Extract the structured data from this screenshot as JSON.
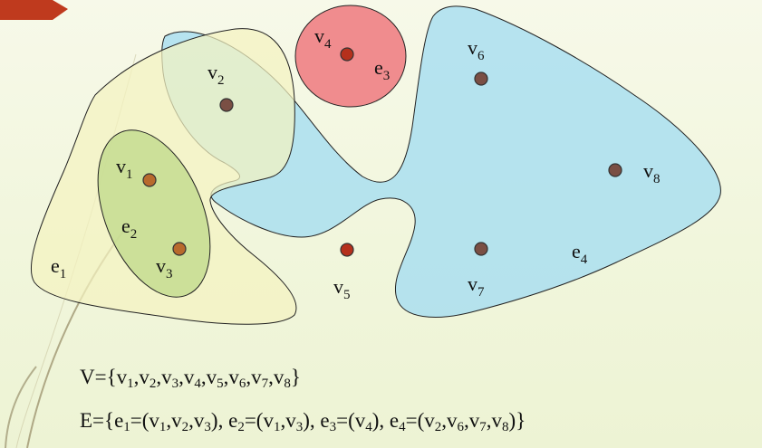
{
  "colors": {
    "accent": "#bf3a1e",
    "edge_e1_fill": "#f4f3c0",
    "edge_e2_fill": "#c4dc90",
    "edge_e3_fill": "#f08c8e",
    "edge_e4_fill": "#a7def0",
    "vertex_brown": "#7a4f44",
    "vertex_red": "#b5301c",
    "vertex_orange": "#b86a2c"
  },
  "vertices": [
    {
      "id": "v1",
      "base": "v",
      "sub": "1"
    },
    {
      "id": "v2",
      "base": "v",
      "sub": "2"
    },
    {
      "id": "v3",
      "base": "v",
      "sub": "3"
    },
    {
      "id": "v4",
      "base": "v",
      "sub": "4"
    },
    {
      "id": "v5",
      "base": "v",
      "sub": "5"
    },
    {
      "id": "v6",
      "base": "v",
      "sub": "6"
    },
    {
      "id": "v7",
      "base": "v",
      "sub": "7"
    },
    {
      "id": "v8",
      "base": "v",
      "sub": "8"
    }
  ],
  "edges": [
    {
      "id": "e1",
      "base": "e",
      "sub": "1",
      "members": [
        "v1",
        "v2",
        "v3"
      ]
    },
    {
      "id": "e2",
      "base": "e",
      "sub": "2",
      "members": [
        "v1",
        "v3"
      ]
    },
    {
      "id": "e3",
      "base": "e",
      "sub": "3",
      "members": [
        "v4"
      ]
    },
    {
      "id": "e4",
      "base": "e",
      "sub": "4",
      "members": [
        "v2",
        "v6",
        "v7",
        "v8"
      ]
    }
  ],
  "formulas": {
    "v_set": {
      "prefix": "V={",
      "items": [
        [
          "v",
          "1"
        ],
        [
          "v",
          "2"
        ],
        [
          "v",
          "3"
        ],
        [
          "v",
          "4"
        ],
        [
          "v",
          "5"
        ],
        [
          "v",
          "6"
        ],
        [
          "v",
          "7"
        ],
        [
          "v",
          "8"
        ]
      ],
      "suffix": "}"
    },
    "e_set": {
      "prefix": "E={",
      "parts": [
        {
          "name": [
            "e",
            "1"
          ],
          "members": [
            [
              "v",
              "1"
            ],
            [
              "v",
              "2"
            ],
            [
              "v",
              "3"
            ]
          ]
        },
        {
          "name": [
            "e",
            "2"
          ],
          "members": [
            [
              "v",
              "1"
            ],
            [
              "v",
              "3"
            ]
          ]
        },
        {
          "name": [
            "e",
            "3"
          ],
          "members": [
            [
              "v",
              "4"
            ]
          ]
        },
        {
          "name": [
            "e",
            "4"
          ],
          "members": [
            [
              "v",
              "2"
            ],
            [
              "v",
              "6"
            ],
            [
              "v",
              "7"
            ],
            [
              "v",
              "8"
            ]
          ]
        }
      ],
      "suffix": "}"
    }
  }
}
